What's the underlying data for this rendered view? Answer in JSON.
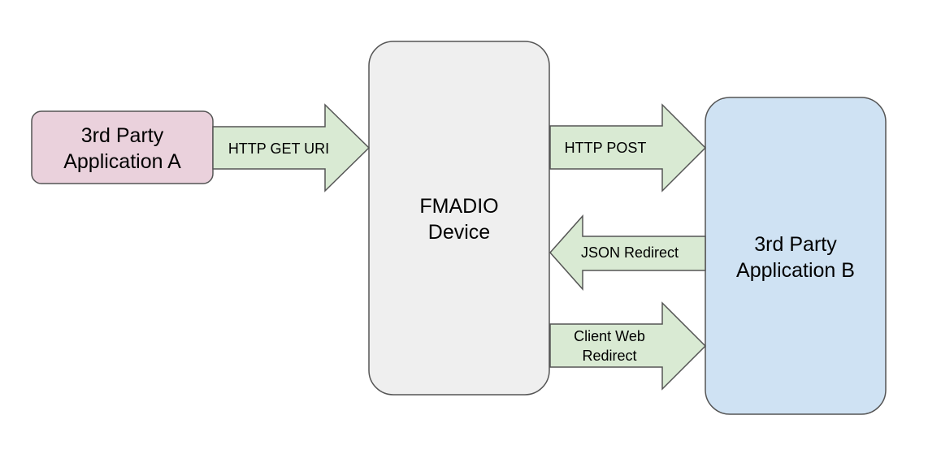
{
  "colors": {
    "stroke": "#555555",
    "app_a_fill": "#ead1dc",
    "device_fill": "#efefef",
    "app_b_fill": "#cfe2f3",
    "arrow_fill": "#d9ead3",
    "text": "#000000"
  },
  "nodes": {
    "app_a": {
      "line1": "3rd Party",
      "line2": "Application A"
    },
    "device": {
      "line1": "FMADIO",
      "line2": "Device"
    },
    "app_b": {
      "line1": "3rd Party",
      "line2": "Application B"
    }
  },
  "edges": {
    "http_get": {
      "label": "HTTP GET URI",
      "from": "app_a",
      "to": "device"
    },
    "http_post": {
      "label": "HTTP POST",
      "from": "device",
      "to": "app_b"
    },
    "json_redirect": {
      "label": "JSON Redirect",
      "from": "app_b",
      "to": "device"
    },
    "client_redirect": {
      "line1": "Client Web",
      "line2": "Redirect",
      "from": "device",
      "to": "app_b"
    }
  }
}
